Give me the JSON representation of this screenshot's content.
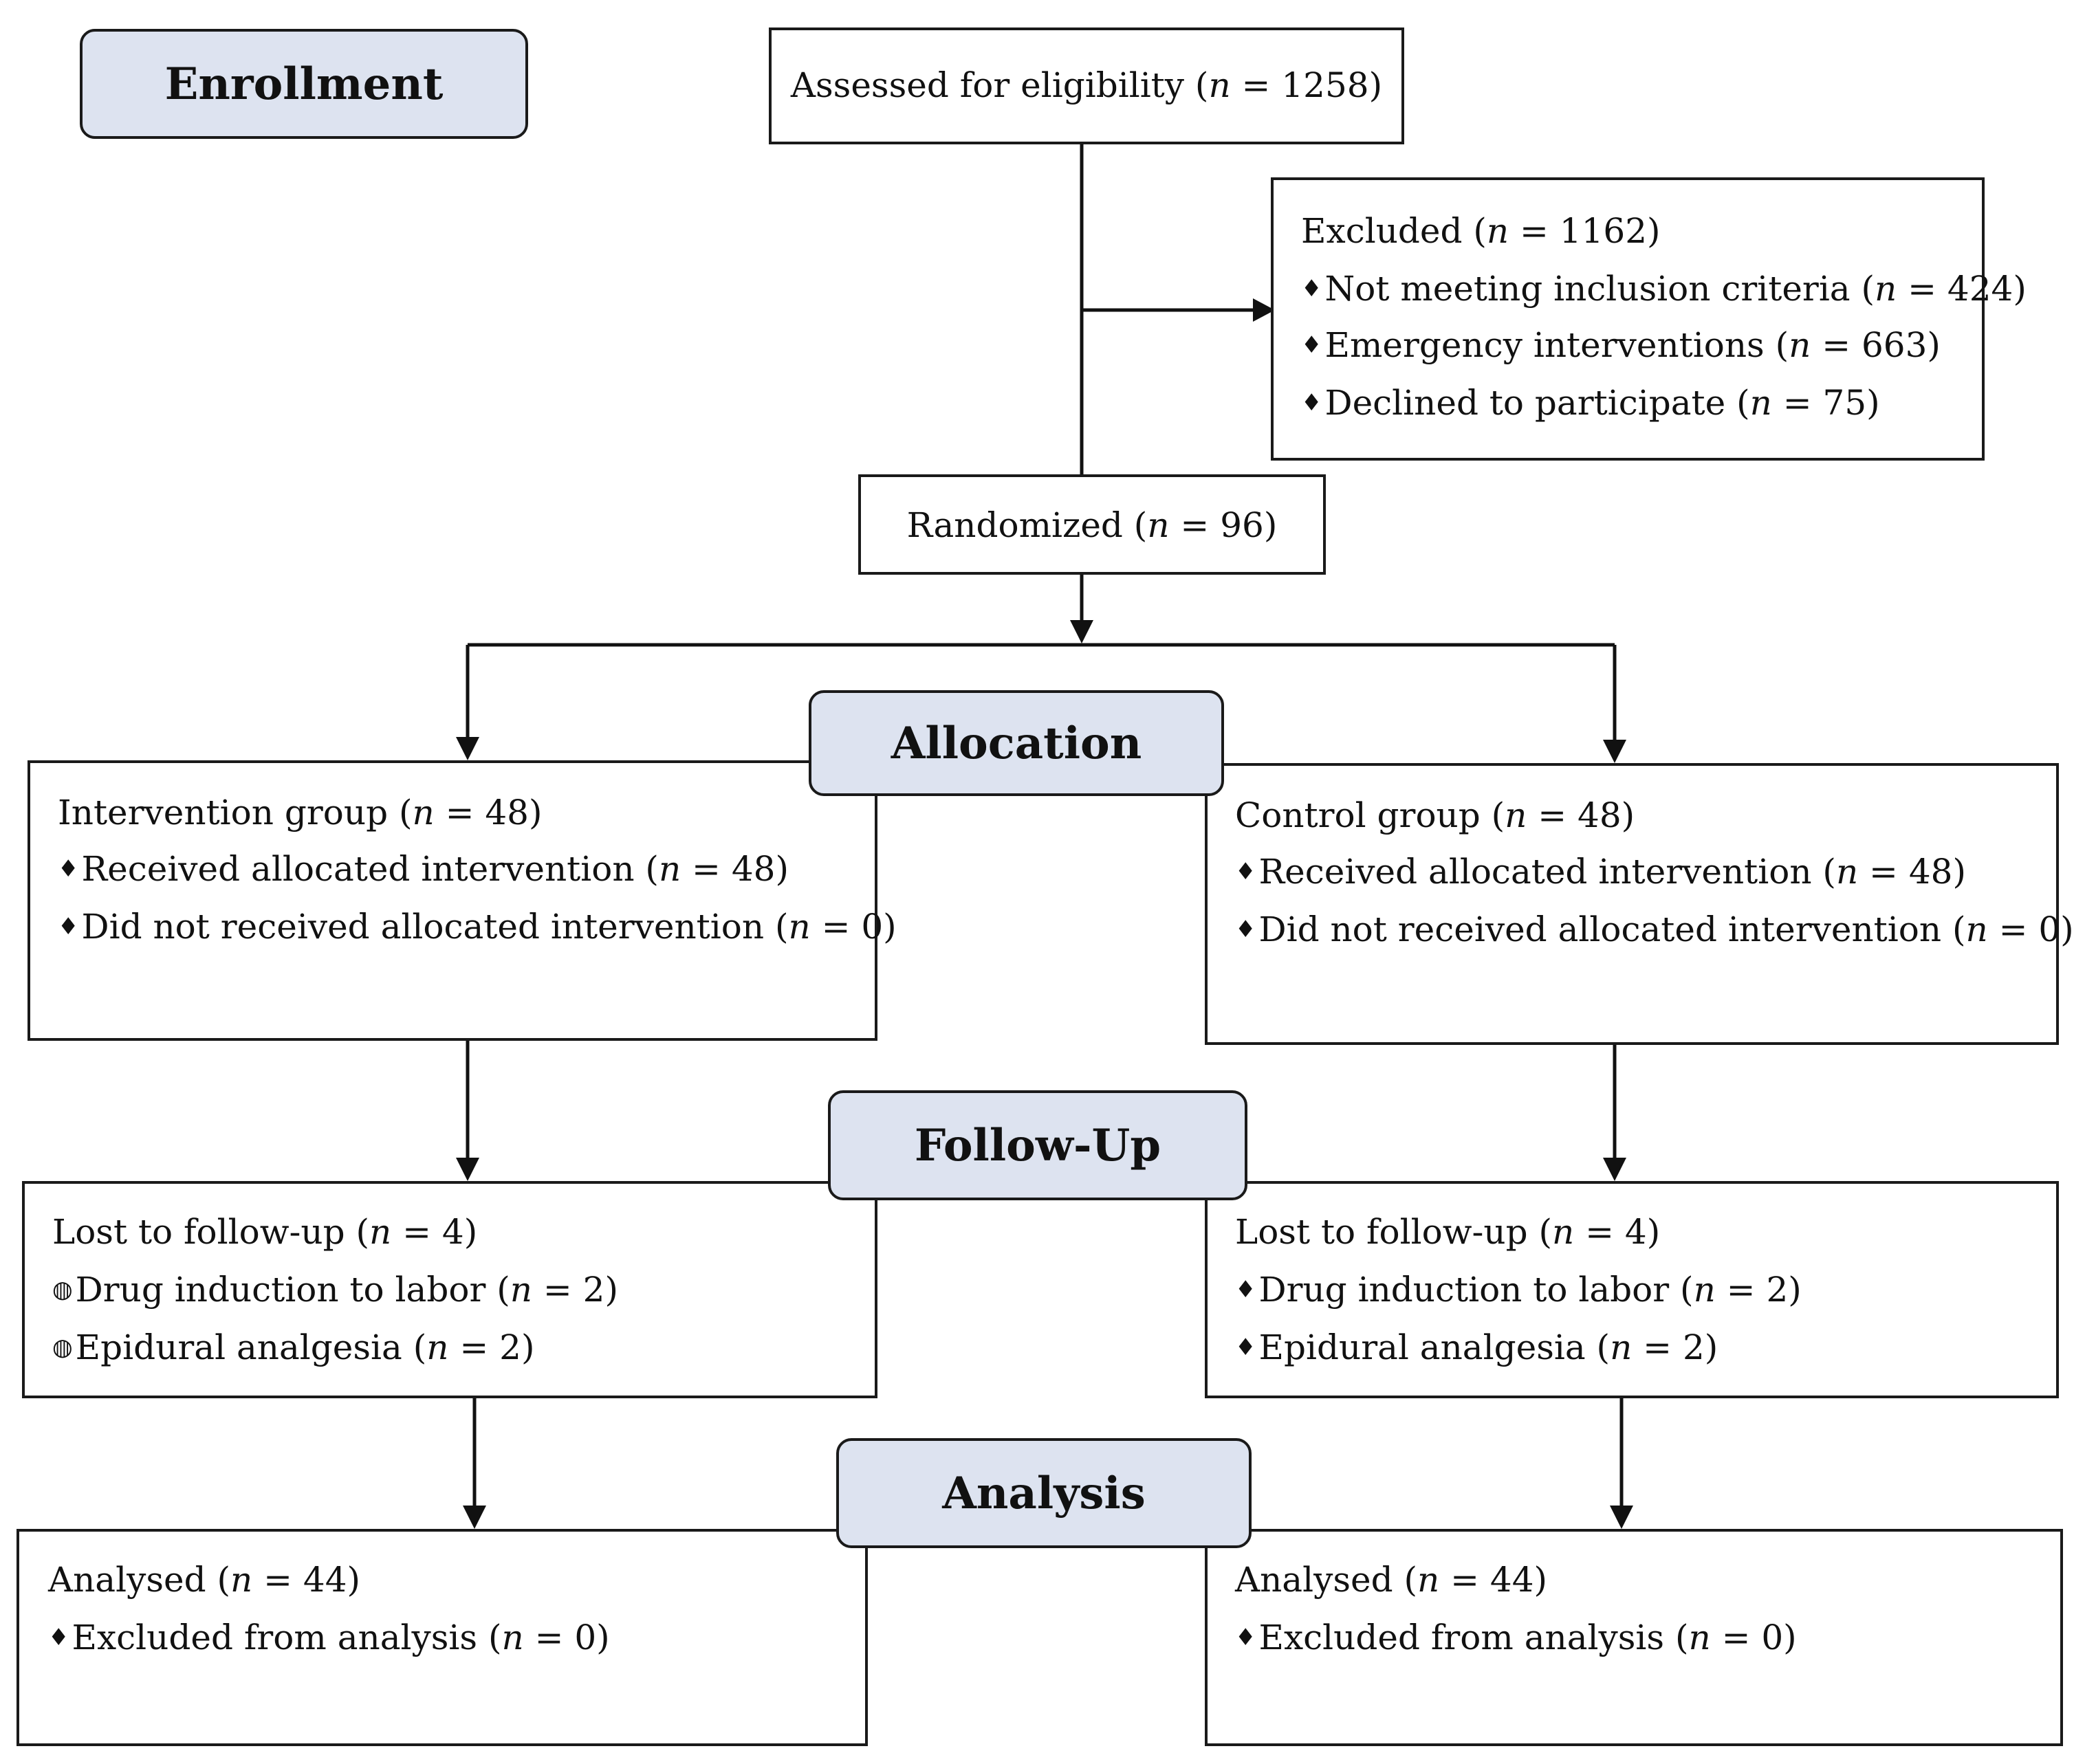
{
  "stages": {
    "enrollment": "Enrollment",
    "allocation": "Allocation",
    "follow_up": "Follow-Up",
    "analysis": "Analysis"
  },
  "boxes": {
    "assessed": {
      "prefix": "Assessed for eligibility (",
      "n": "n",
      "value": " = 1258)"
    },
    "excluded": {
      "title": {
        "prefix": "Excluded (",
        "n": "n",
        "value": " = 1162)"
      },
      "items": [
        {
          "bullet": "♦",
          "prefix": "Not meeting inclusion criteria (",
          "n": "n",
          "value": " = 424)"
        },
        {
          "bullet": "♦",
          "prefix": "Emergency interventions (",
          "n": "n",
          "value": " = 663)"
        },
        {
          "bullet": "♦",
          "prefix": "Declined to participate (",
          "n": "n",
          "value": " = 75)"
        }
      ]
    },
    "randomized": {
      "prefix": "Randomized (",
      "n": "n",
      "value": " = 96)"
    },
    "intervention": {
      "title": {
        "prefix": "Intervention group (",
        "n": "n",
        "value": " = 48)"
      },
      "items": [
        {
          "bullet": "♦",
          "prefix": "Received allocated intervention (",
          "n": "n",
          "value": " = 48)"
        },
        {
          "bullet": "♦",
          "prefix": "Did not received allocated intervention (",
          "n": "n",
          "value": " = 0)"
        }
      ]
    },
    "control": {
      "title": {
        "prefix": "Control group (",
        "n": "n",
        "value": " = 48)"
      },
      "items": [
        {
          "bullet": "♦",
          "prefix": "Received allocated intervention (",
          "n": "n",
          "value": " = 48)"
        },
        {
          "bullet": "♦",
          "prefix": "Did not received allocated intervention (",
          "n": "n",
          "value": " = 0)"
        }
      ]
    },
    "lost_left": {
      "title": {
        "prefix": "Lost to follow-up (",
        "n": "n",
        "value": " = 4)"
      },
      "items": [
        {
          "bullet": "◍",
          "prefix": "Drug induction to labor (",
          "n": "n",
          "value": " = 2)"
        },
        {
          "bullet": "◍",
          "prefix": "Epidural analgesia (",
          "n": "n",
          "value": " = 2)"
        }
      ]
    },
    "lost_right": {
      "title": {
        "prefix": "Lost to follow-up (",
        "n": "n",
        "value": " = 4)"
      },
      "items": [
        {
          "bullet": "♦",
          "prefix": "Drug induction to labor (",
          "n": "n",
          "value": " = 2)"
        },
        {
          "bullet": "♦",
          "prefix": "Epidural analgesia (",
          "n": "n",
          "value": " = 2)"
        }
      ]
    },
    "analysed_left": {
      "title": {
        "prefix": "Analysed (",
        "n": "n",
        "value": " = 44)"
      },
      "items": [
        {
          "bullet": "♦",
          "prefix": "Excluded from analysis (",
          "n": "n",
          "value": " = 0)"
        }
      ]
    },
    "analysed_right": {
      "title": {
        "prefix": "Analysed (",
        "n": "n",
        "value": " = 44)"
      },
      "items": [
        {
          "bullet": "♦",
          "prefix": "Excluded from analysis (",
          "n": "n",
          "value": " = 0)"
        }
      ]
    }
  }
}
